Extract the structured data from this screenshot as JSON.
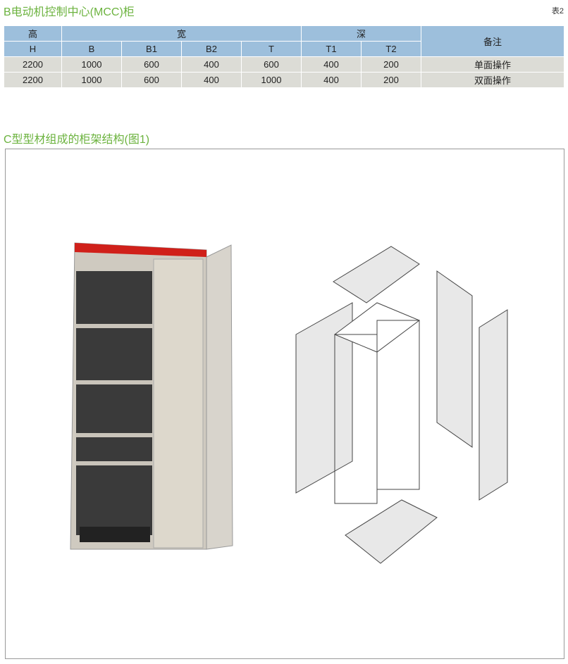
{
  "section1": {
    "title": "B电动机控制中心(MCC)柜",
    "table_label": "表2"
  },
  "table": {
    "group_headers": [
      "高",
      "宽",
      "深",
      "备注"
    ],
    "sub_headers": [
      "H",
      "B",
      "B1",
      "B2",
      "T",
      "T1",
      "T2"
    ],
    "rows": [
      [
        "2200",
        "1000",
        "600",
        "400",
        "600",
        "400",
        "200",
        "单面操作"
      ],
      [
        "2200",
        "1000",
        "600",
        "400",
        "1000",
        "400",
        "200",
        "双面操作"
      ]
    ]
  },
  "section2": {
    "title": "C型型材组成的柜架结构(图1)"
  },
  "colors": {
    "title": "#6cb33f",
    "header": "#9dbfdc",
    "row": "#dcdcd6",
    "cabinet_top": "#d0201a"
  }
}
